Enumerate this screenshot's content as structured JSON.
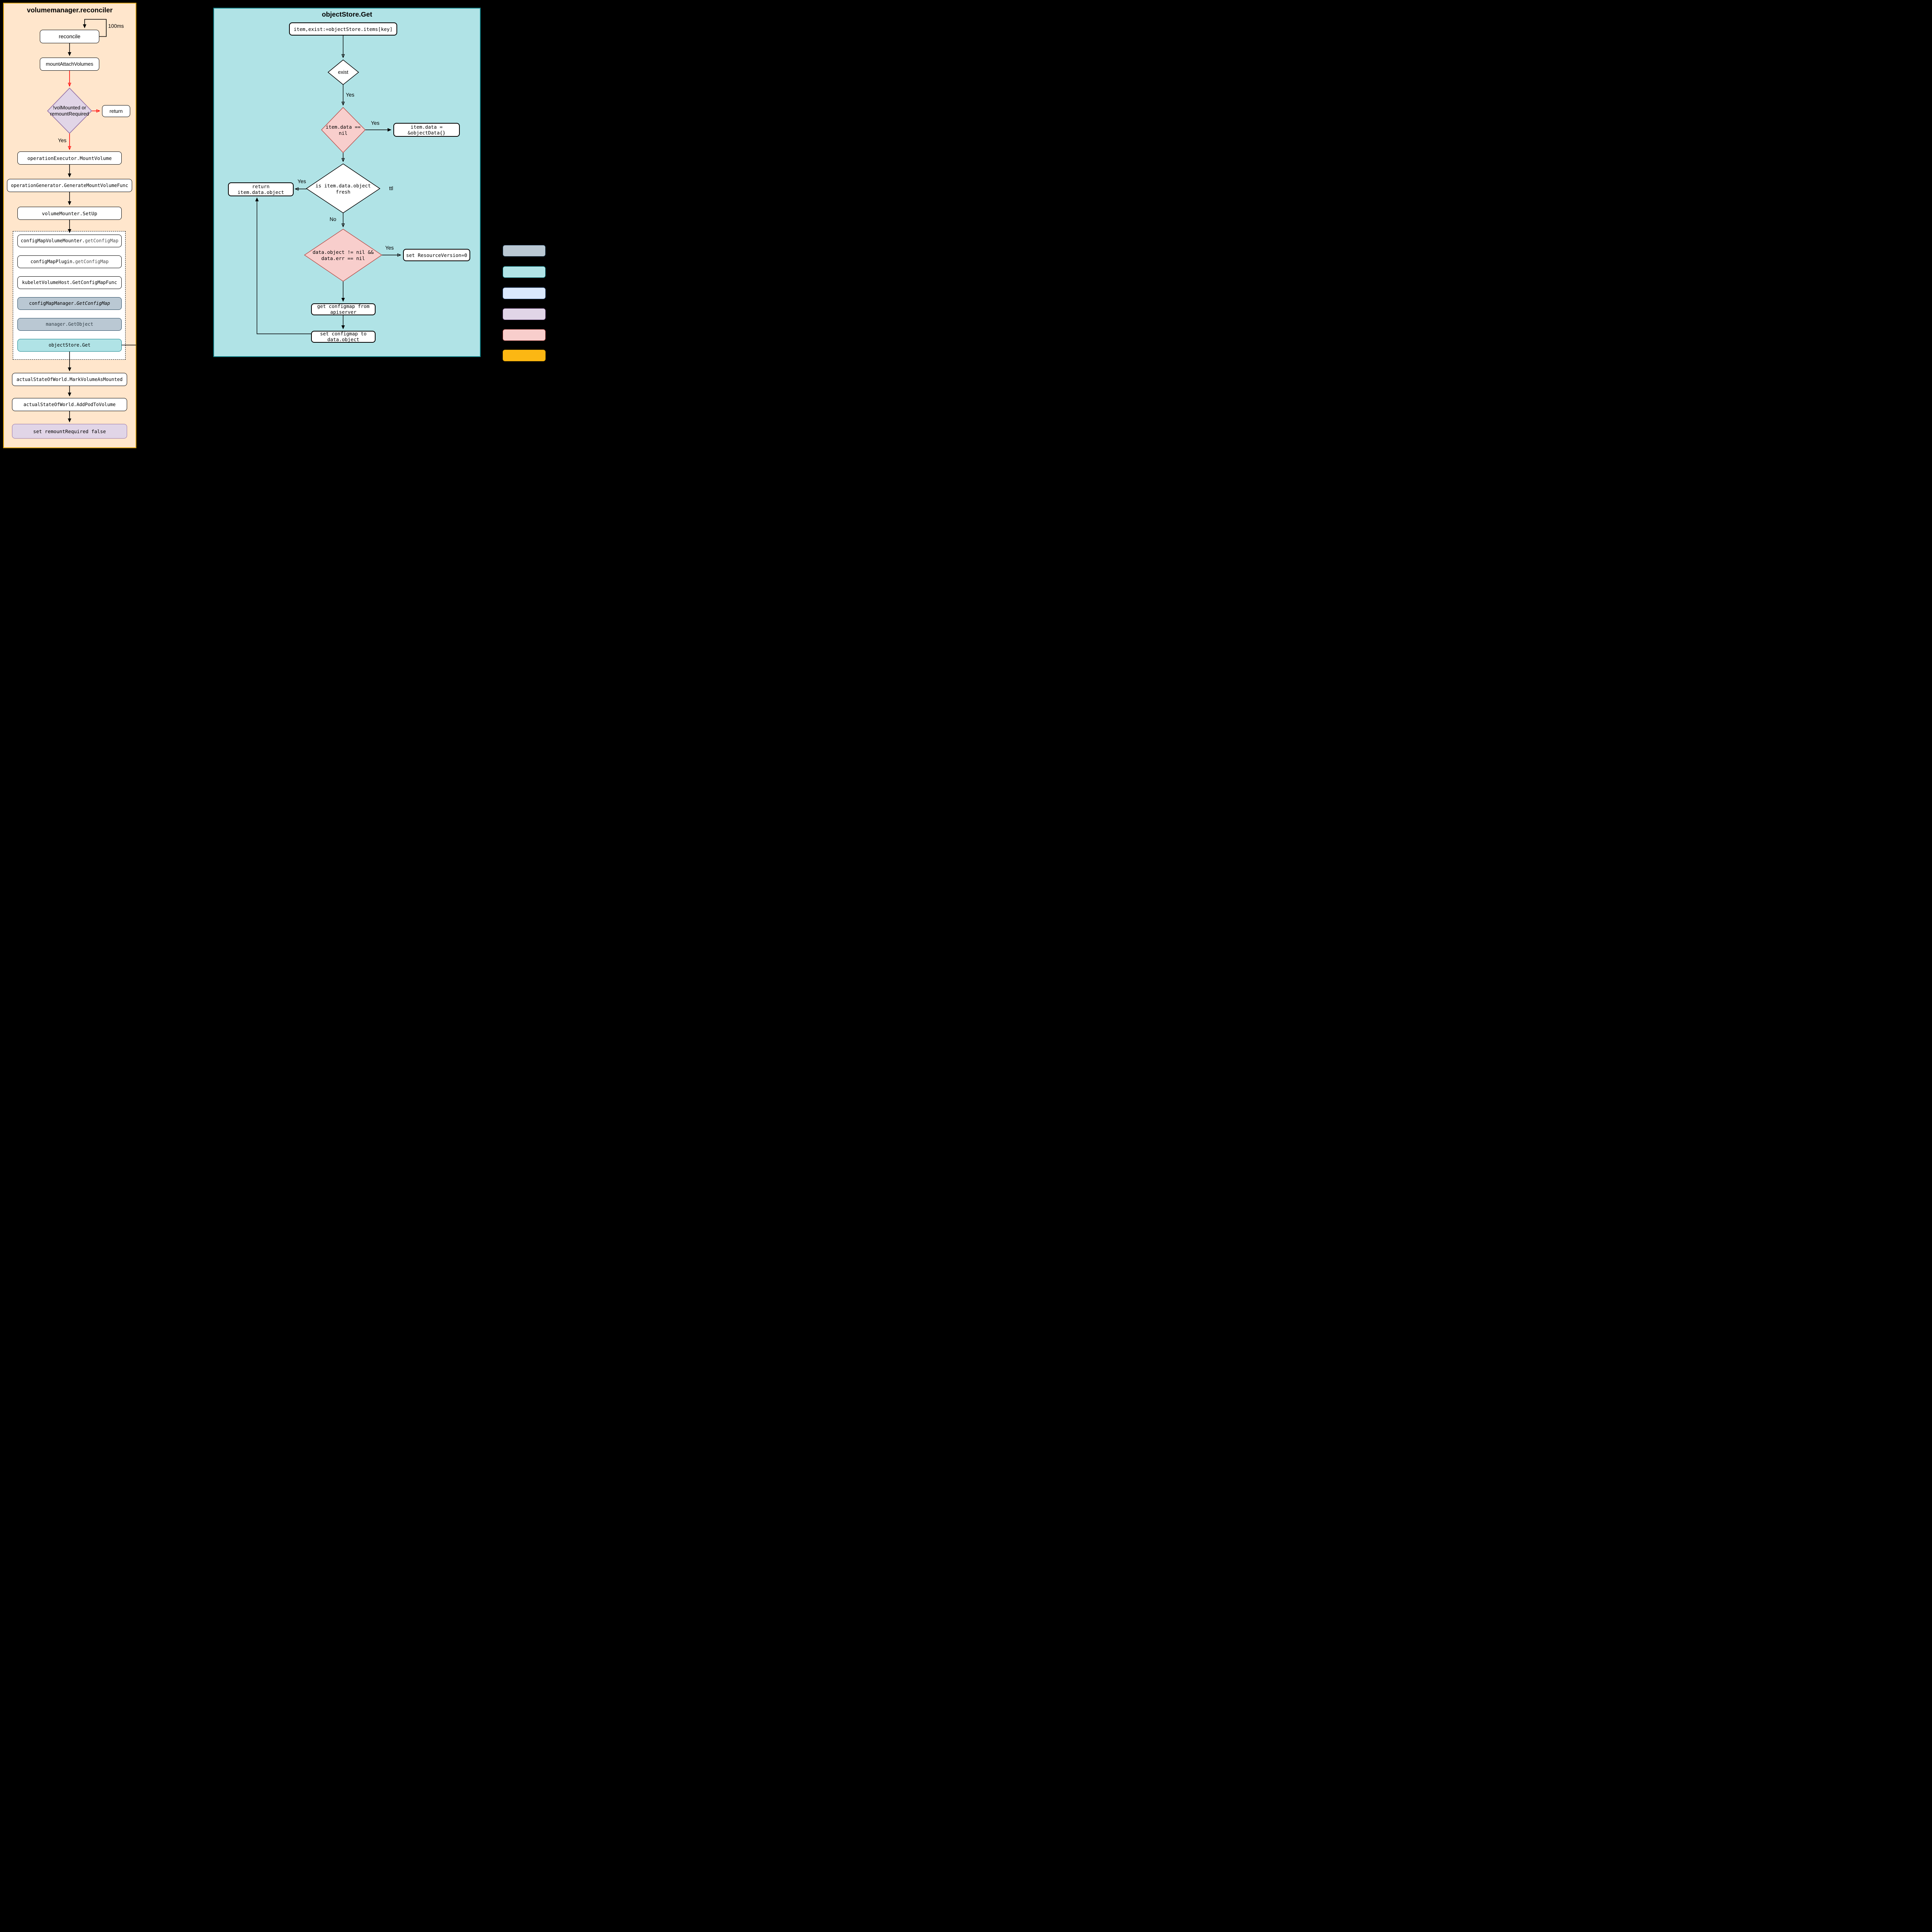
{
  "left_panel": {
    "title": "volumemanager.reconciler",
    "nodes": {
      "reconcile": "reconcile",
      "mount_attach_volumes": "mountAttachVolumes",
      "vol_decision": {
        "line1": "!volMounted or",
        "line2": "remountRequired"
      },
      "return_node": "return",
      "operation_executor": "operationExecutor.MountVolume",
      "operation_generator": "operationGenerator.GenerateMountVolumeFunc",
      "volume_mounter_setup": "volumeMounter.SetUp",
      "config_map_volume_mounter": {
        "prefix": "configMapVolumeMounter.",
        "suffix": "getConfigMap"
      },
      "config_map_plugin": {
        "prefix": "configMapPlugin.",
        "suffix": "getConfigMap"
      },
      "kubelet_volume_host": "kubeletVolumeHost.GetConfigMapFunc",
      "config_map_manager": {
        "prefix": "configMapManager.",
        "suffix": "GetConfigMap"
      },
      "manager_get_object": "manager.GetObject",
      "object_store_get": "objectStore.Get",
      "mark_volume_as_mounted": "actualStateOfWorld.MarkVolumeAsMounted",
      "add_pod_to_volume": "actualStateOfWorld.AddPodToVolume",
      "set_remount_required": "set remountRequired false"
    },
    "edge_labels": {
      "loop": "100ms",
      "yes": "Yes"
    }
  },
  "right_panel": {
    "title": "objectStore.Get",
    "nodes": {
      "items_lookup": "item,exist:=objectStore.items[key]",
      "exist": "exist",
      "data_nil_check": {
        "line1": "item.data ==",
        "line2": "nil"
      },
      "set_object_data": {
        "line1": "item.data =",
        "line2": "&objectData{}"
      },
      "fresh_check": {
        "line1": "is item.data.object",
        "line2": "fresh"
      },
      "return_object": {
        "line1": "return",
        "line2": "item.data.object"
      },
      "err_check": {
        "line1": "data.object != nil &&",
        "line2": "data.err == nil"
      },
      "set_resource_version": "set ResourceVersion=0",
      "get_configmap": {
        "line1": "get configmap from",
        "line2": "apiserver"
      },
      "set_configmap": {
        "line1": "set configmap to",
        "line2": "data.object"
      }
    },
    "edge_labels": {
      "yes_exist": "Yes",
      "yes_nil": "Yes",
      "yes_fresh": "Yes",
      "yes_err": "Yes",
      "no_fresh": "No",
      "ttl": "ttl"
    }
  },
  "legend": {
    "items": [
      {
        "name": "blue-gray-swatch",
        "fill": "#bac8d3",
        "stroke": "#23445d"
      },
      {
        "name": "teal-swatch",
        "fill": "#b0e3e6",
        "stroke": "#0e8088"
      },
      {
        "name": "light-blue-swatch",
        "fill": "#dae8fc",
        "stroke": "#6c8ebf"
      },
      {
        "name": "purple-swatch",
        "fill": "#e1d5e7",
        "stroke": "#9673a6"
      },
      {
        "name": "pink-swatch",
        "fill": "#f8cecc",
        "stroke": "#b85450"
      },
      {
        "name": "amber-swatch",
        "fill": "#fcb713",
        "stroke": "#d79b00"
      }
    ]
  },
  "colors": {
    "page_background": "#000000",
    "left_panel_fill": "#ffe6cc",
    "left_panel_stroke": "#d79b00",
    "right_panel_fill": "#b0e3e6",
    "right_panel_stroke": "#0e8088",
    "red_arrow": "#ff0000",
    "dashed_container_fill": "#ffffff"
  }
}
